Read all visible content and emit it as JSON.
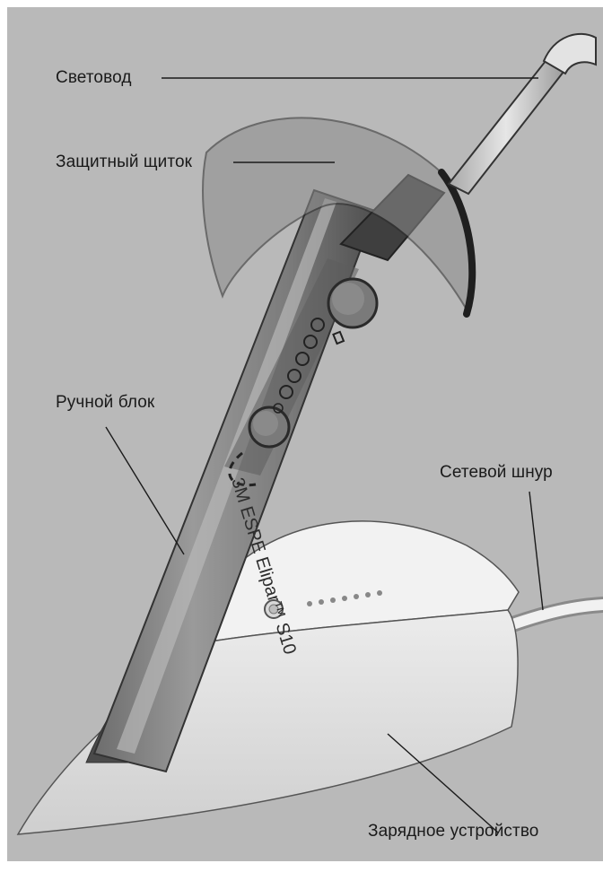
{
  "labels": {
    "light_guide": "Световод",
    "protective_shield": "Защитный щиток",
    "handpiece": "Ручной блок",
    "power_cord": "Сетевой шнур",
    "charger": "Зарядное устройство"
  },
  "device": {
    "brand_text": "3M ESPE Elipar™ S10"
  },
  "colors": {
    "background": "#b9b9b9",
    "line": "#1a1a1a"
  }
}
